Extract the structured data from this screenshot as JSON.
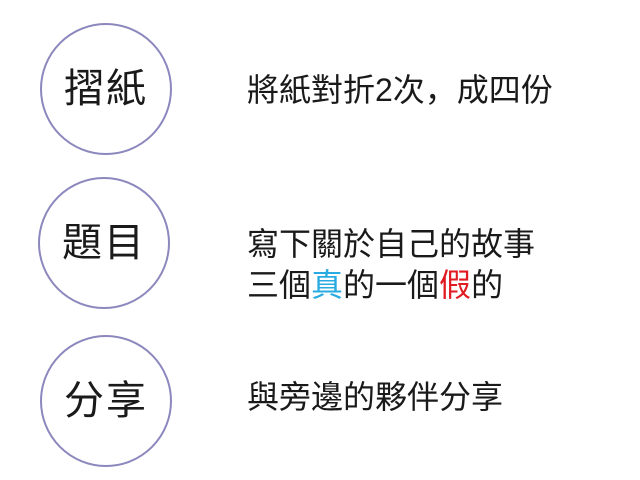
{
  "colors": {
    "background": "#ffffff",
    "circle_border": "#8C88BE",
    "text": "#1a1a1a",
    "true_highlight": "#29ABE2",
    "false_highlight": "#E11B22"
  },
  "steps": [
    {
      "label": "摺紙",
      "lines": [
        {
          "parts": [
            {
              "text": "將紙對折2次，成四份"
            }
          ]
        }
      ]
    },
    {
      "label": "題目",
      "lines": [
        {
          "parts": [
            {
              "text": "寫下關於自己的故事"
            }
          ]
        },
        {
          "parts": [
            {
              "text": "三個"
            },
            {
              "text": "真",
              "color": "#29ABE2"
            },
            {
              "text": "的一個"
            },
            {
              "text": "假",
              "color": "#E11B22"
            },
            {
              "text": "的"
            }
          ]
        }
      ]
    },
    {
      "label": "分享",
      "lines": [
        {
          "parts": [
            {
              "text": "與旁邊的夥伴分享"
            }
          ]
        }
      ]
    }
  ]
}
